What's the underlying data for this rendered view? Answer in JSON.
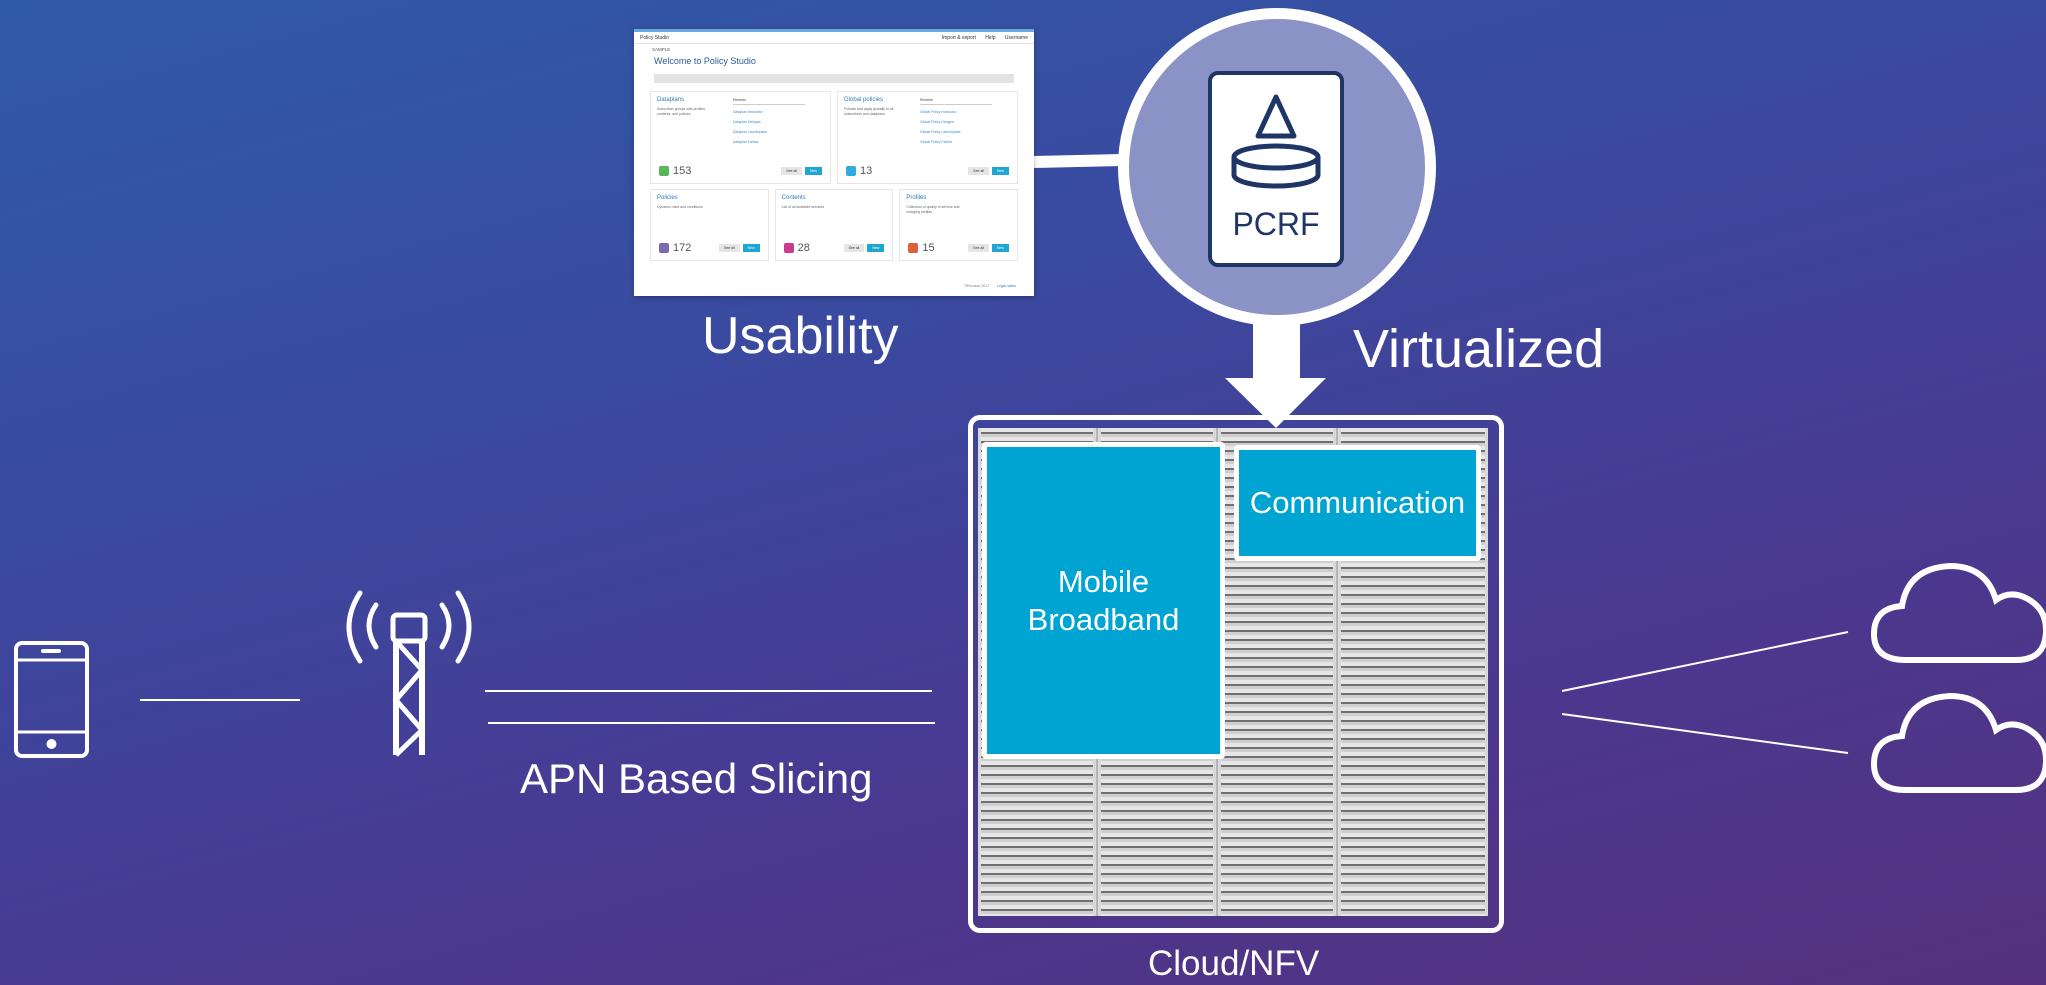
{
  "screenshot": {
    "app_title": "Policy Studio",
    "top_right": [
      "Import & export",
      "Help",
      "Username"
    ],
    "breadcrumb": "SAMPLE",
    "heading": "Welcome to Policy Studio",
    "cards": [
      {
        "title": "Dataplans",
        "desc": "Subscriber groups with profiles, contents, and policies",
        "recent_header": "Recents",
        "recent": [
          "Dataplan Instructor",
          "Dataplan Designs",
          "Dataplan Launchpads",
          "Dataplan Fairfax"
        ],
        "count": "153",
        "see_all": "See all",
        "new": "New",
        "icon_color": "#5ab55a"
      },
      {
        "title": "Global policies",
        "desc": "Policies that apply globally to all subscribers and dataplans",
        "recent_header": "Recents",
        "recent": [
          "Global Policy Instructor",
          "Global Policy Designs",
          "Global Policy Launchpads",
          "Global Policy Fairfax"
        ],
        "count": "13",
        "see_all": "See all",
        "new": "New",
        "icon_color": "#33aadd"
      },
      {
        "title": "Policies",
        "desc": "Dynamic rules and conditions",
        "count": "172",
        "see_all": "See all",
        "new": "New",
        "icon_color": "#7a6ab0"
      },
      {
        "title": "Contents",
        "desc": "List of all available services",
        "count": "28",
        "see_all": "See all",
        "new": "New",
        "icon_color": "#cc3a8a"
      },
      {
        "title": "Profiles",
        "desc": "Collection of quality of service and charging profiles",
        "count": "15",
        "see_all": "See all",
        "new": "New",
        "icon_color": "#e0603a"
      }
    ],
    "footer": "©Ericsson 2017",
    "footer_link": "Legal notice"
  },
  "labels": {
    "usability": "Usability",
    "virtualized": "Virtualized",
    "pcrf": "PCRF",
    "apn": "APN Based Slicing",
    "cloud": "Cloud/NFV",
    "mobile_broadband": [
      "Mobile",
      "Broadband"
    ],
    "communication": "Communication"
  },
  "colors": {
    "slice_fill": "#00a4d3",
    "pcrf_circle": "#8a92c6",
    "pcrf_ink": "#1e3566"
  },
  "icons": [
    "smartphone-icon",
    "cell-tower-icon",
    "cloud-icon",
    "cloud-icon",
    "database-icon"
  ]
}
